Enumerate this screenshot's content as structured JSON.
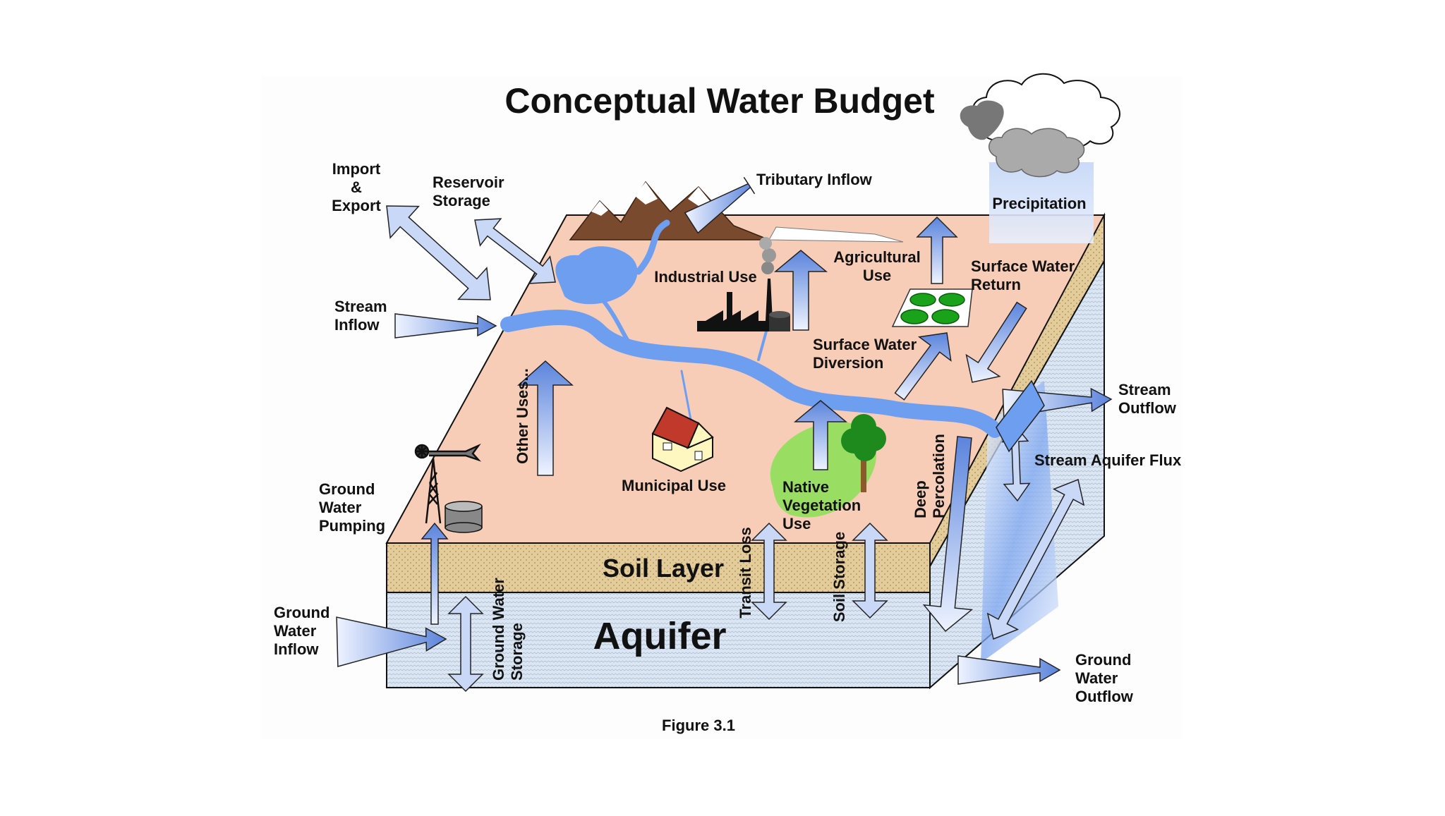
{
  "title": "Conceptual Water Budget",
  "caption": "Figure 3.1",
  "layers": {
    "soil": "Soil Layer",
    "aquifer": "Aquifer"
  },
  "labels": {
    "import_export": [
      "Import",
      "&",
      "Export"
    ],
    "reservoir_storage": [
      "Reservoir",
      "Storage"
    ],
    "tributary_inflow": [
      "Tributary Inflow"
    ],
    "precipitation": [
      "Precipitation"
    ],
    "industrial_use": [
      "Industrial Use"
    ],
    "agricultural_use": [
      "Agricultural",
      "Use"
    ],
    "surface_water_return": [
      "Surface Water",
      "Return"
    ],
    "stream_inflow": [
      "Stream",
      "Inflow"
    ],
    "surface_water_diversion": [
      "Surface Water",
      "Diversion"
    ],
    "stream_outflow": [
      "Stream",
      "Outflow"
    ],
    "stream_aquifer_flux": [
      "Stream Aquifer Flux"
    ],
    "other_uses": [
      "Other Uses..."
    ],
    "municipal_use": [
      "Municipal Use"
    ],
    "native_vegetation_use": [
      "Native",
      "Vegetation",
      "Use"
    ],
    "deep_percolation": [
      "Deep",
      "Percolation"
    ],
    "ground_water_pumping": [
      "Ground",
      "Water",
      "Pumping"
    ],
    "transit_loss": [
      "Transit Loss"
    ],
    "soil_storage": [
      "Soil Storage"
    ],
    "ground_water_inflow": [
      "Ground",
      "Water",
      "Inflow"
    ],
    "ground_water_storage": [
      "Ground Water",
      "Storage"
    ],
    "ground_water_outflow": [
      "Ground",
      "Water",
      "Outflow"
    ]
  },
  "colors": {
    "surface": "#f8cdb8",
    "soil": "#e3cb9a",
    "aquifer": "#d8e4f0",
    "water": "#6e9ef0",
    "arrow_light": "#eef3ff",
    "arrow_dark": "#5b84dc",
    "vegetation": "#8ee05a"
  }
}
